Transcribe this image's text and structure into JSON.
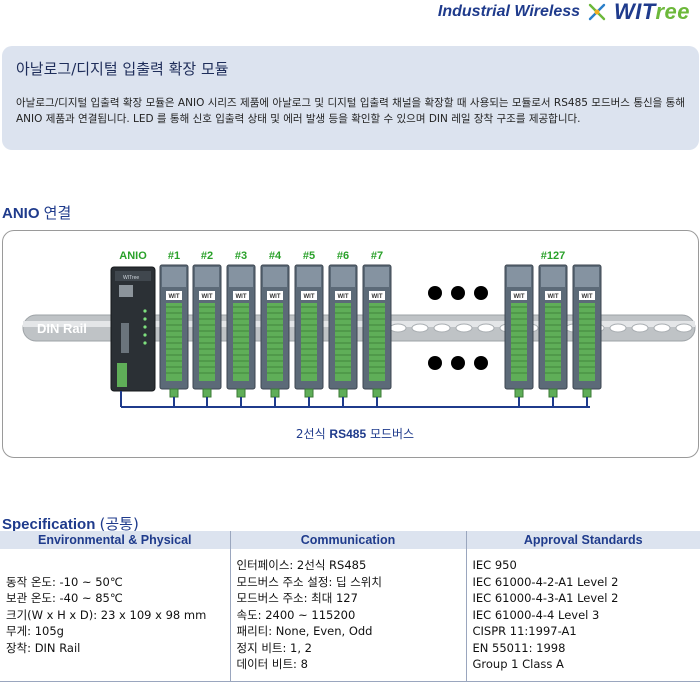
{
  "header": {
    "tagline": "Industrial Wireless",
    "logo_wit": "WIT",
    "logo_ree": "ree"
  },
  "intro": {
    "title": "아날로그/디지털 입출력 확장 모듈",
    "body": "아날로그/디지털 입출력 확장 모듈은 ANIO 시리즈 제품에 아날로그 및 디지털 입출력 채널을 확장할 때 사용되는 모듈로서 RS485 모드버스 통신을 통해 ANIO 제품과 연결됩니다. LED 를 통해 신호 입출력 상태 및 에러 발생 등을 확인할 수 있으며 DIN 레일 장착 구조를 제공합니다."
  },
  "anio_section": {
    "title_en": "ANIO",
    "title_ko": "연결",
    "diagram": {
      "master_label": "ANIO",
      "master_brand": "WITree",
      "module_labels": [
        "#1",
        "#2",
        "#3",
        "#4",
        "#5",
        "#6",
        "#7",
        "#127"
      ],
      "module_tag": "WIT",
      "rail_label": "DIN Rail",
      "bus_label_prefix": "2선식",
      "bus_label_proto": "RS485",
      "bus_label_suffix": "모드버스",
      "colors": {
        "label_green": "#2aa12a",
        "bus_blue": "#1f3b8c",
        "module_body": "#5c6a78",
        "terminal_green": "#5fae58",
        "rail_gray": "#bfc3c6"
      }
    }
  },
  "spec": {
    "title_en": "Specification",
    "title_ko": "(공통)",
    "columns": [
      "Environmental & Physical",
      "Communication",
      "Approval Standards"
    ],
    "environmental": [
      "동작 온도: -10 ~ 50℃",
      "보관 온도: -40 ~ 85℃",
      "크기(W x H x D): 23 x 109 x 98 mm",
      "무게: 105g",
      "장착: DIN Rail"
    ],
    "communication": [
      "인터페이스: 2선식 RS485",
      "모드버스 주소 설정: 딥 스위치",
      "모드버스 주소: 최대 127",
      "속도: 2400 ~ 115200",
      "패리티: None, Even, Odd",
      "정지 비트: 1, 2",
      "데이터 비트: 8"
    ],
    "standards": [
      "IEC 950",
      "IEC 61000-4-2-A1 Level 2",
      "IEC 61000-4-3-A1 Level 2",
      "IEC 61000-4-4 Level 3",
      "CISPR 11:1997-A1",
      "EN 55011: 1998",
      "Group 1 Class A"
    ]
  }
}
